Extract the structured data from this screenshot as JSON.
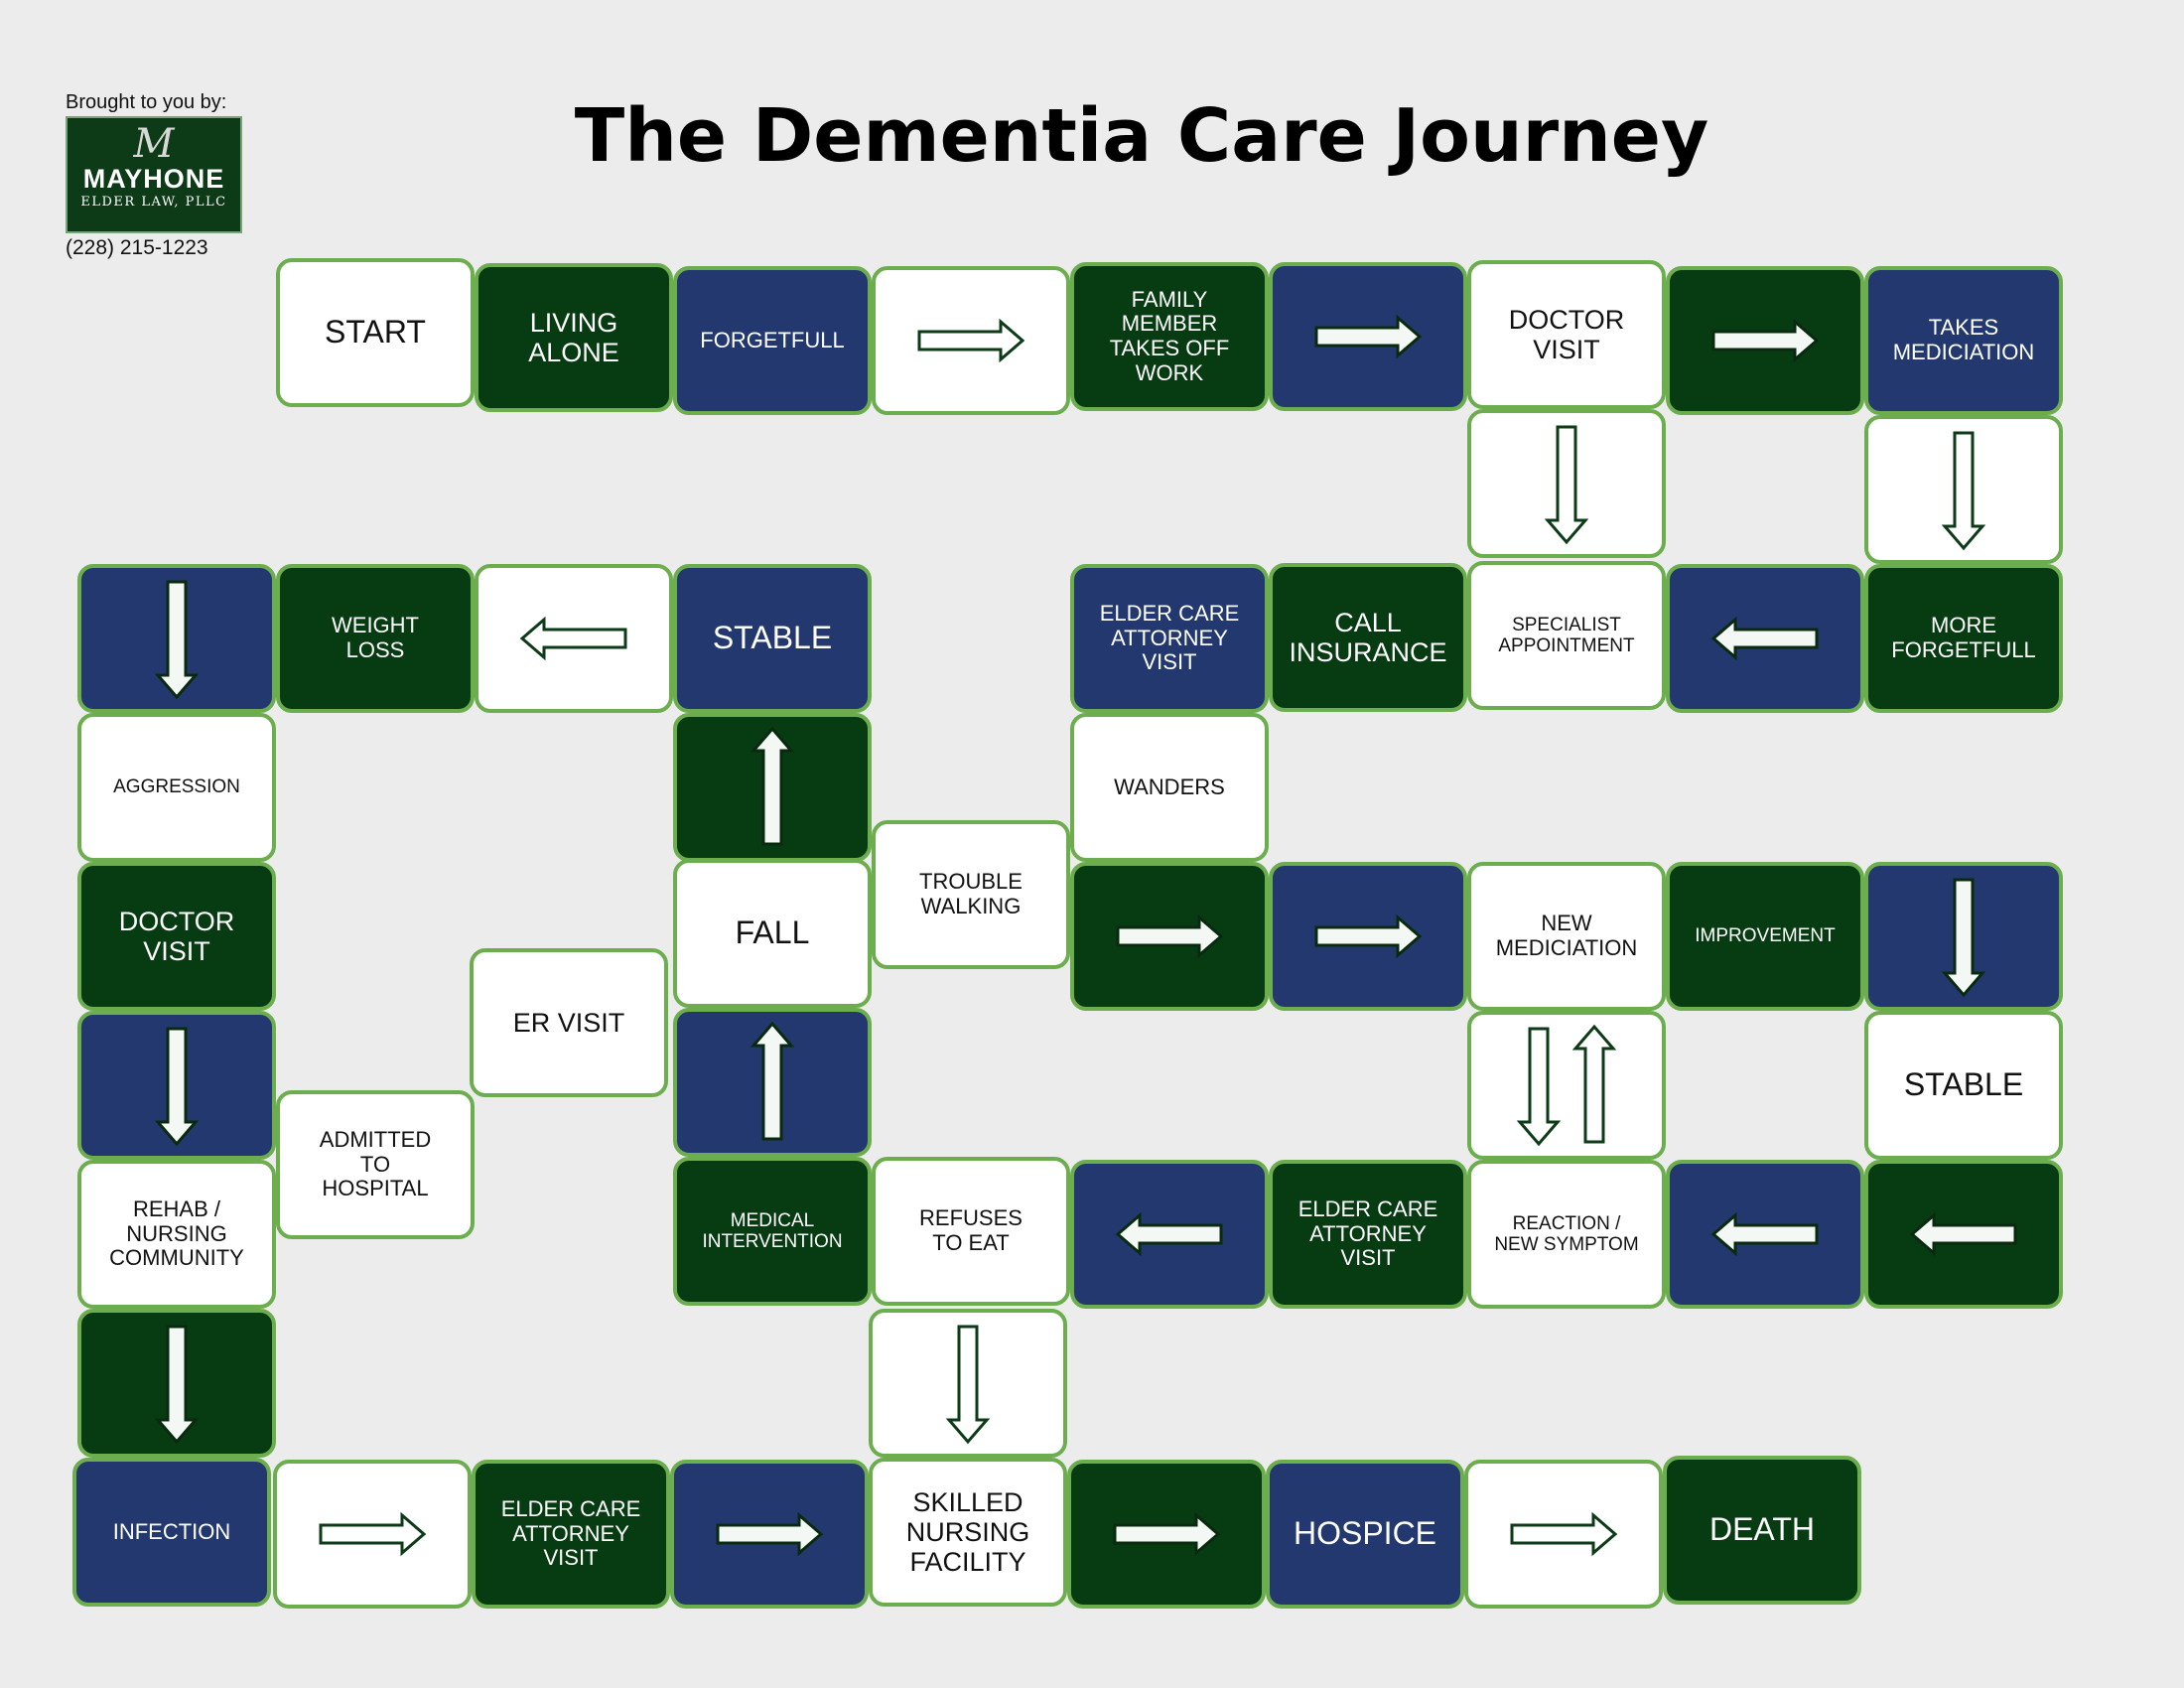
{
  "header": {
    "title": "The Dementia Care Journey",
    "brought_by": "Brought to you by:",
    "logo_monogram": "M",
    "logo_name": "MAYHONE",
    "logo_sub": "ELDER LAW, PLLC",
    "phone": "(228) 215-1223"
  },
  "colors": {
    "white": "#ffffff",
    "green": "#073b12",
    "blue": "#22386f",
    "border": "#6cae4e"
  },
  "tiles": [
    {
      "label": "START",
      "color": "white"
    },
    {
      "label": "LIVING\nALONE",
      "color": "green"
    },
    {
      "label": "FORGETFULL",
      "color": "blue"
    },
    {
      "label": "",
      "color": "white",
      "arrow": "right"
    },
    {
      "label": "FAMILY\nMEMBER\nTAKES OFF\nWORK",
      "color": "green"
    },
    {
      "label": "",
      "color": "blue",
      "arrow": "right"
    },
    {
      "label": "DOCTOR\nVISIT",
      "color": "white"
    },
    {
      "label": "",
      "color": "green",
      "arrow": "right"
    },
    {
      "label": "TAKES\nMEDICIATION",
      "color": "blue"
    },
    {
      "label": "",
      "color": "white",
      "arrow": "down"
    },
    {
      "label": "",
      "color": "white",
      "arrow": "down"
    },
    {
      "label": "MORE\nFORGETFULL",
      "color": "green"
    },
    {
      "label": "",
      "color": "blue",
      "arrow": "left"
    },
    {
      "label": "SPECIALIST\nAPPOINTMENT",
      "color": "white"
    },
    {
      "label": "CALL\nINSURANCE",
      "color": "green"
    },
    {
      "label": "ELDER CARE\nATTORNEY\nVISIT",
      "color": "blue"
    },
    {
      "label": "WANDERS",
      "color": "white"
    },
    {
      "label": "",
      "color": "green",
      "arrow": "right"
    },
    {
      "label": "",
      "color": "blue",
      "arrow": "right"
    },
    {
      "label": "NEW\nMEDICIATION",
      "color": "white"
    },
    {
      "label": "IMPROVEMENT",
      "color": "green"
    },
    {
      "label": "",
      "color": "blue",
      "arrow": "down"
    },
    {
      "label": "STABLE",
      "color": "white"
    },
    {
      "label": "",
      "color": "green",
      "arrow": "left"
    },
    {
      "label": "",
      "color": "blue",
      "arrow": "left"
    },
    {
      "label": "",
      "color": "white",
      "arrow": "updown"
    },
    {
      "label": "REACTION /\nNEW SYMPTOM",
      "color": "white"
    },
    {
      "label": "ELDER CARE\nATTORNEY\nVISIT",
      "color": "green"
    },
    {
      "label": "",
      "color": "blue",
      "arrow": "left"
    },
    {
      "label": "REFUSES\nTO EAT",
      "color": "white"
    },
    {
      "label": "MEDICAL\nINTERVENTION",
      "color": "green"
    },
    {
      "label": "",
      "color": "blue",
      "arrow": "up"
    },
    {
      "label": "FALL",
      "color": "white"
    },
    {
      "label": "TROUBLE\nWALKING",
      "color": "white"
    },
    {
      "label": "",
      "color": "green",
      "arrow": "up"
    },
    {
      "label": "STABLE",
      "color": "blue"
    },
    {
      "label": "",
      "color": "white",
      "arrow": "left"
    },
    {
      "label": "WEIGHT\nLOSS",
      "color": "green"
    },
    {
      "label": "",
      "color": "blue",
      "arrow": "down"
    },
    {
      "label": "AGGRESSION",
      "color": "white"
    },
    {
      "label": "DOCTOR\nVISIT",
      "color": "green"
    },
    {
      "label": "",
      "color": "blue",
      "arrow": "down"
    },
    {
      "label": "REHAB /\nNURSING\nCOMMUNITY",
      "color": "white"
    },
    {
      "label": "ADMITTED\nTO\nHOSPITAL",
      "color": "white"
    },
    {
      "label": "ER VISIT",
      "color": "white"
    },
    {
      "label": "",
      "color": "green",
      "arrow": "down"
    },
    {
      "label": "INFECTION",
      "color": "blue"
    },
    {
      "label": "",
      "color": "white",
      "arrow": "right"
    },
    {
      "label": "ELDER CARE\nATTORNEY\nVISIT",
      "color": "green"
    },
    {
      "label": "",
      "color": "blue",
      "arrow": "right"
    },
    {
      "label": "SKILLED\nNURSING\nFACILITY",
      "color": "white"
    },
    {
      "label": "",
      "color": "white",
      "arrow": "down"
    },
    {
      "label": "",
      "color": "green",
      "arrow": "right"
    },
    {
      "label": "HOSPICE",
      "color": "blue"
    },
    {
      "label": "",
      "color": "white",
      "arrow": "right"
    },
    {
      "label": "DEATH",
      "color": "green"
    }
  ]
}
